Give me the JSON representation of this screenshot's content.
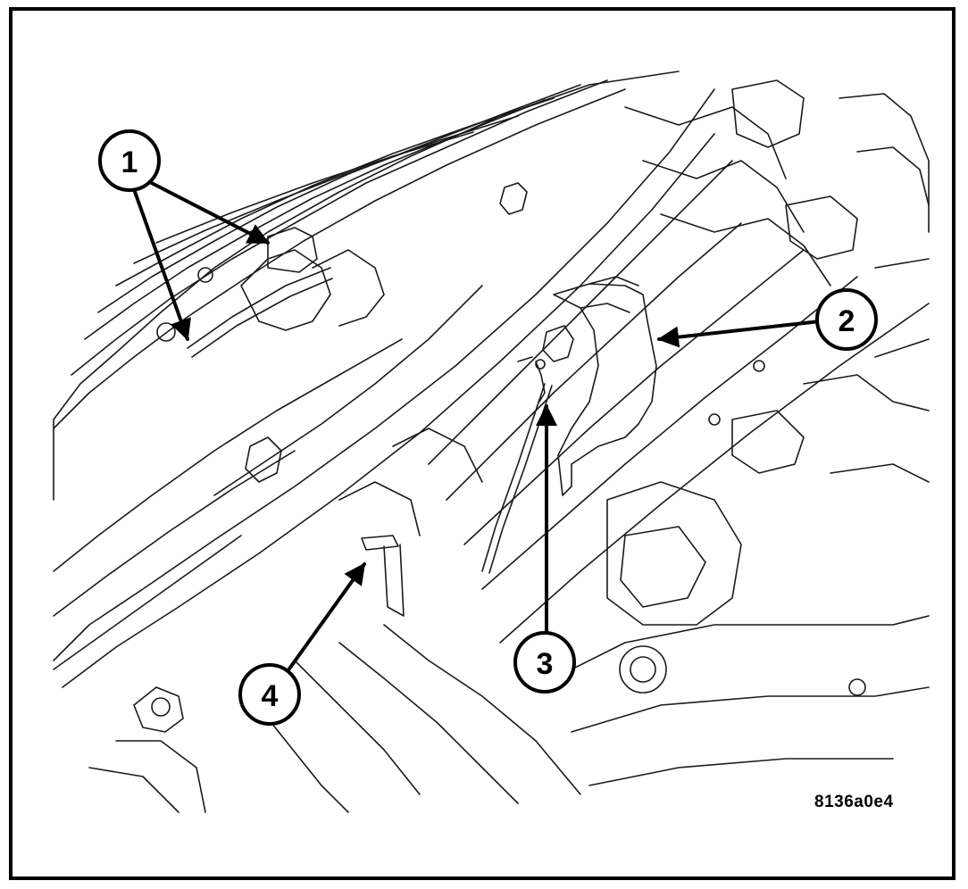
{
  "figure": {
    "id_label": "8136a0e4",
    "colors": {
      "line": "#1a1a1a",
      "paper": "#ffffff",
      "frame": "#000000"
    }
  },
  "callouts": [
    {
      "number": "1"
    },
    {
      "number": "2"
    },
    {
      "number": "3"
    },
    {
      "number": "4"
    }
  ]
}
